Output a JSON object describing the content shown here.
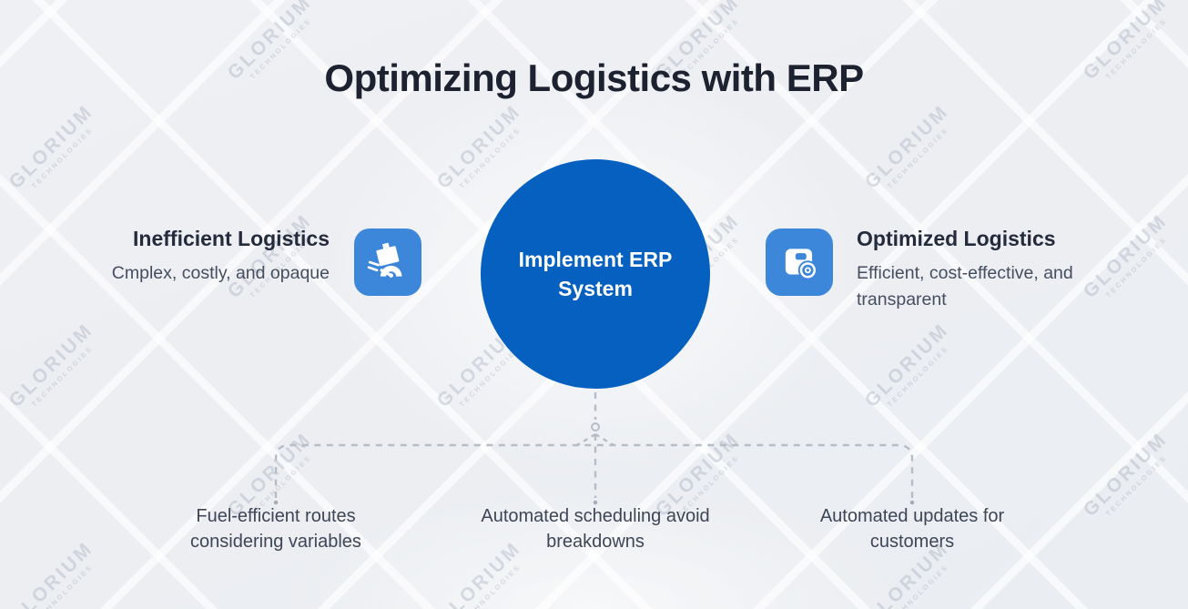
{
  "page": {
    "title": "Optimizing Logistics with ERP"
  },
  "before": {
    "heading": "Inefficient Logistics",
    "description": "Cmplex, costly, and opaque",
    "icon": "speeding-package-icon"
  },
  "transformation": {
    "label": "Implement ERP System"
  },
  "after": {
    "heading": "Optimized Logistics",
    "description": "Efficient, cost-effective, and transparent",
    "icon": "package-target-icon"
  },
  "outcomes": [
    {
      "label": "Fuel-efficient routes considering variables"
    },
    {
      "label": "Automated scheduling avoid breakdowns"
    },
    {
      "label": "Automated updates for customers"
    }
  ],
  "watermark": {
    "brand": "GLORIUM",
    "sub": "TECHNOLOGIES"
  },
  "colors": {
    "circle_blue": "#0560bf",
    "icon_tile_blue": "#3d87da",
    "dash_gray": "#b7bdc6",
    "title_text": "#1c2230",
    "heading_text": "#232b3c",
    "body_text": "#454e60",
    "background": "#edeff3",
    "watermark_gray": "#8e99ac"
  }
}
